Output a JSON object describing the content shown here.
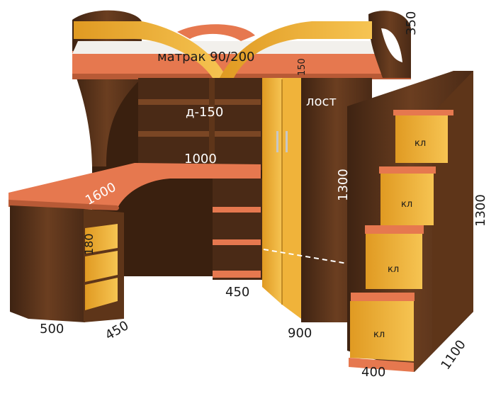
{
  "colors": {
    "wood_dark": "#4a2a16",
    "wood_mid": "#6b3e20",
    "orange": "#e6784f",
    "yellow": "#f2b63c",
    "mattress": "#f2f0ec",
    "background": "#ffffff"
  },
  "labels": {
    "mattress": "матрак 90/200",
    "bed_height": "350",
    "bed_gap": "150",
    "wardrobe": "лост",
    "shelf_depth": "д-150",
    "desk_width": "1000",
    "desk_length": "1600",
    "wardrobe_height": "1300",
    "stairs_height": "1300",
    "pedestal_height": "180",
    "pedestal_width": "500",
    "pedestal_depth": "450",
    "shelf_width": "450",
    "wardrobe_width": "900",
    "stairs_width": "400",
    "stairs_depth": "1100",
    "drawer_1": "кл",
    "drawer_2": "кл",
    "drawer_3": "кл",
    "drawer_4": "кл"
  }
}
